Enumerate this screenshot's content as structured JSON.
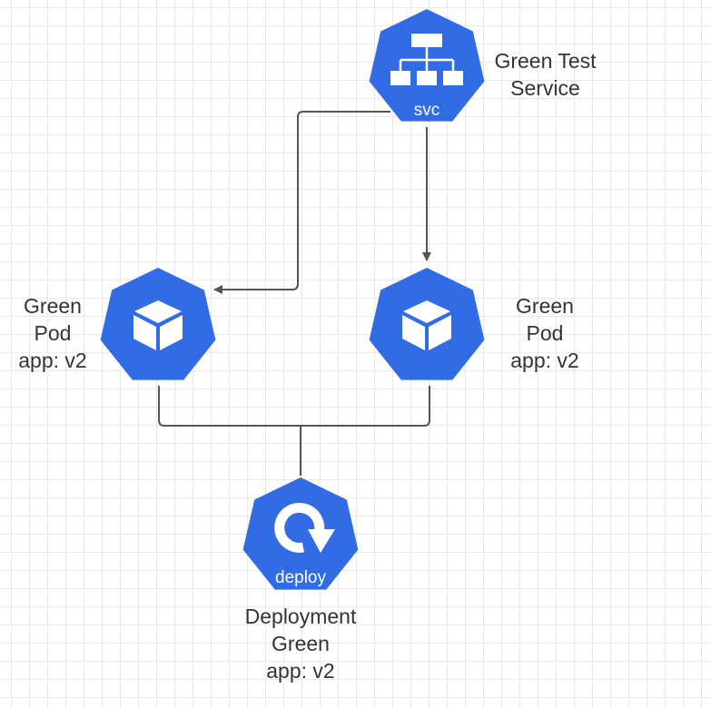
{
  "colors": {
    "node_fill": "#326ce5",
    "icon": "#ffffff",
    "connector": "#555555",
    "text": "#333333"
  },
  "nodes": {
    "service": {
      "icon": "network-hierarchy-icon",
      "badge": "svc",
      "label_lines": [
        "Green Test",
        "Service"
      ]
    },
    "pod_left": {
      "icon": "cube-icon",
      "label_lines": [
        "Green",
        "Pod",
        "app: v2"
      ]
    },
    "pod_right": {
      "icon": "cube-icon",
      "label_lines": [
        "Green",
        "Pod",
        "app: v2"
      ]
    },
    "deployment": {
      "icon": "refresh-arrow-icon",
      "badge": "deploy",
      "label_lines": [
        "Deployment",
        "Green",
        "app: v2"
      ]
    }
  },
  "connectors": [
    {
      "from": "service",
      "to": "pod_left",
      "arrow": true
    },
    {
      "from": "service",
      "to": "pod_right",
      "arrow": true
    },
    {
      "from": "pod_left",
      "to": "deployment",
      "arrow": false
    },
    {
      "from": "pod_right",
      "to": "deployment",
      "arrow": false
    }
  ]
}
